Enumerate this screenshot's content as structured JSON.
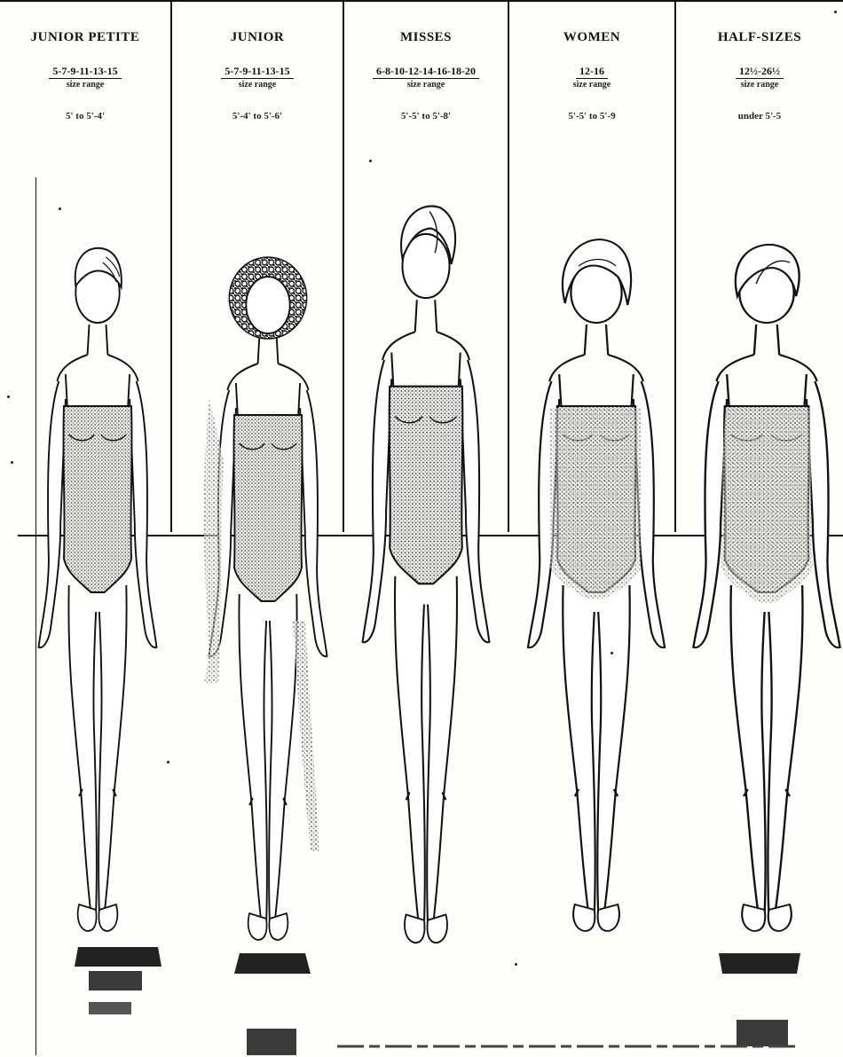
{
  "columns": [
    {
      "title": "JUNIOR PETITE",
      "sizes": "5-7-9-11-13-15",
      "range_label": "size range",
      "height": "5' to 5'-4'"
    },
    {
      "title": "JUNIOR",
      "sizes": "5-7-9-11-13-15",
      "range_label": "size range",
      "height": "5'-4' to 5'-6'"
    },
    {
      "title": "MISSES",
      "sizes": "6-8-10-12-14-16-18-20",
      "range_label": "size range",
      "height": "5'-5' to 5'-8'"
    },
    {
      "title": "WOMEN",
      "sizes": "12-16",
      "range_label": "size range",
      "height": "5'-5' to 5'-9"
    },
    {
      "title": "HALF-SIZES",
      "sizes": "12½-26½",
      "range_label": "size range",
      "height": "under 5'-5"
    }
  ]
}
